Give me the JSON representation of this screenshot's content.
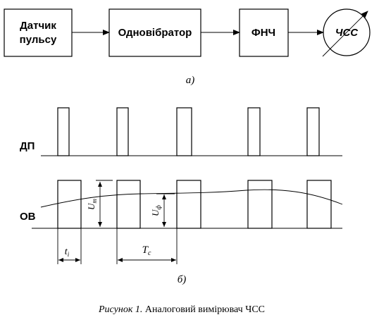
{
  "blocks": {
    "sensor_line1": "Датчик",
    "sensor_line2": "пульсу",
    "monostable": "Одновібратор",
    "lpf": "ФНЧ",
    "meter": "ЧСС"
  },
  "labels": {
    "part_a": "а)",
    "part_b": "б)",
    "dp": "ДП",
    "ov": "ОВ",
    "um_main": "U",
    "um_sub": "m",
    "uf_main": "U",
    "uf_sub": "ф",
    "ti_main": "t",
    "ti_sub": "i",
    "tc_main": "T",
    "tc_sub": "c"
  },
  "caption": {
    "prefix": "Рисунок 1.",
    "text": "Аналоговий вимірювач ЧСС"
  }
}
